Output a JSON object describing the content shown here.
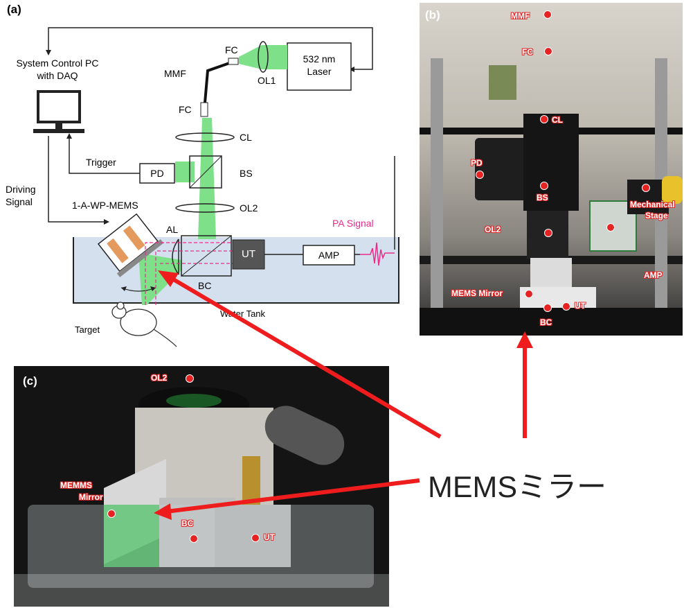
{
  "panel_a": {
    "label": "(a)",
    "pc_line1": "System Control PC",
    "pc_line2": "with DAQ",
    "laser_line1": "532 nm",
    "laser_line2": "Laser",
    "fc_top": "FC",
    "fc_side": "FC",
    "mmf": "MMF",
    "ol1": "OL1",
    "cl": "CL",
    "bs": "BS",
    "ol2": "OL2",
    "pd": "PD",
    "trigger": "Trigger",
    "driving_line1": "Driving",
    "driving_line2": "Signal",
    "mems": "1-A-WP-MEMS",
    "al": "AL",
    "ut": "UT",
    "amp": "AMP",
    "pa_signal": "PA Signal",
    "bc": "BC",
    "water_tank": "Water Tank",
    "target": "Target"
  },
  "panel_b": {
    "label": "(b)",
    "tags": [
      "MMF",
      "FC",
      "CL",
      "PD",
      "BS",
      "OL2",
      "Mechanical",
      "Stage",
      "AMP",
      "MEMS Mirror",
      "UT",
      "BC"
    ]
  },
  "panel_c": {
    "label": "(c)",
    "tags": [
      "OL2",
      "MEMMS",
      "Mirror",
      "BC",
      "UT"
    ]
  },
  "callout": "MEMSミラー",
  "colors": {
    "green": "#7fe08a",
    "red": "#ee1c1c",
    "water": "#d5e0ee",
    "pink": "#ec2a8a"
  }
}
